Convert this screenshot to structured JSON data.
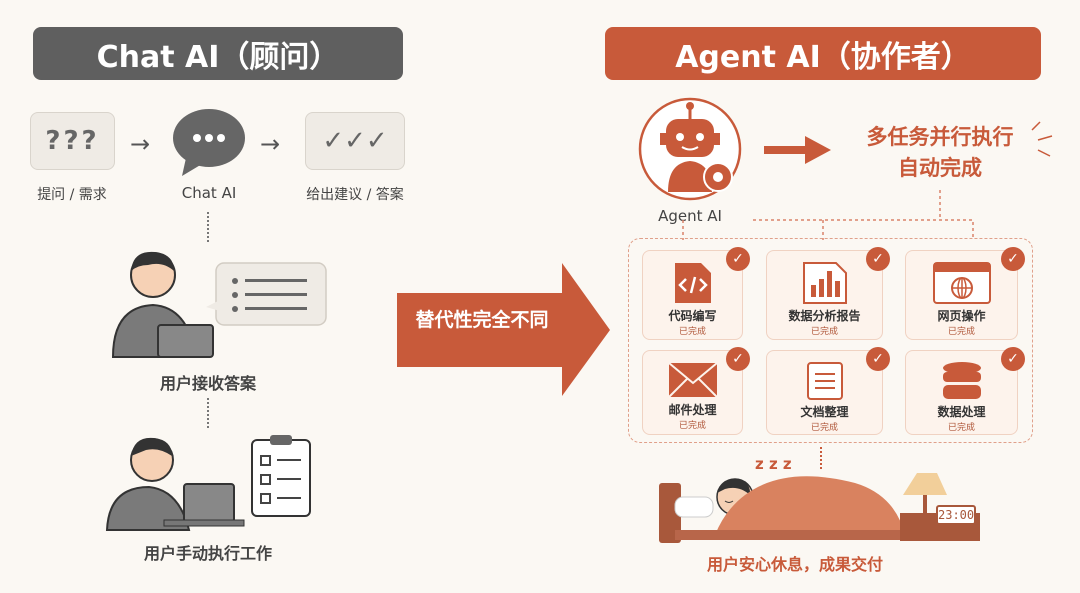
{
  "left": {
    "title": "Chat AI（顾问）",
    "flow": [
      {
        "label": "提问 / 需求",
        "icon": "question-bubble-icon",
        "glyph": "???"
      },
      {
        "label": "Chat AI",
        "icon": "chat-bubble-icon"
      },
      {
        "label": "给出建议 / 答案",
        "icon": "check-bubble-icon",
        "glyph": "✓✓✓"
      }
    ],
    "step2": "用户接收答案",
    "step3": "用户手动执行工作"
  },
  "middle": {
    "arrow_text": "替代性完全不同"
  },
  "right": {
    "title": "Agent AI（协作者）",
    "robot_label": "Agent AI",
    "tagline1": "多任务并行执行",
    "tagline2": "自动完成",
    "tasks": [
      {
        "name": "代码编写",
        "status": "已完成"
      },
      {
        "name": "数据分析报告",
        "status": "已完成"
      },
      {
        "name": "网页操作",
        "status": "已完成"
      },
      {
        "name": "邮件处理",
        "status": "已完成"
      },
      {
        "name": "文档整理",
        "status": "已完成"
      },
      {
        "name": "数据处理",
        "status": "已完成"
      }
    ],
    "sleep": "z z z",
    "clock": "23:00",
    "result": "用户安心休息，成果交付"
  },
  "colors": {
    "accent": "#c85a3a",
    "gray": "#5f5f5f",
    "bg": "#fbf8f3"
  }
}
